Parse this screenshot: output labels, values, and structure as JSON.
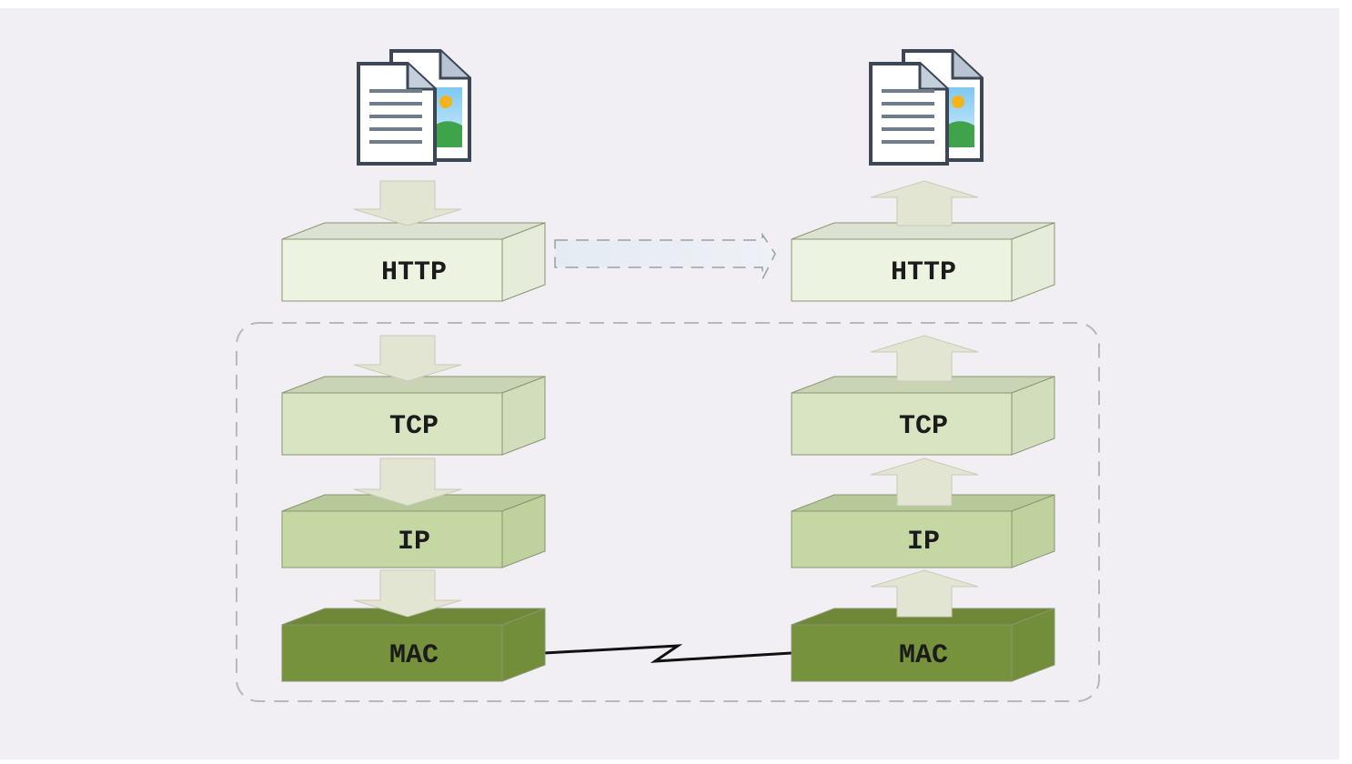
{
  "sender": {
    "layers": [
      "HTTP",
      "TCP",
      "IP",
      "MAC"
    ],
    "document_icon": "documents-icon",
    "flow_direction": "down"
  },
  "receiver": {
    "layers": [
      "HTTP",
      "TCP",
      "IP",
      "MAC"
    ],
    "document_icon": "documents-icon",
    "flow_direction": "up"
  },
  "links": {
    "http_peer": "dashed-right-arrow",
    "physical_link": "zigzag-line"
  },
  "colors": {
    "background": "#f1eff3",
    "http": "#edf3e1",
    "tcp": "#d8e4c2",
    "ip": "#c5d8a3",
    "mac": "#76923c",
    "arrow": "#e3e5d3"
  }
}
